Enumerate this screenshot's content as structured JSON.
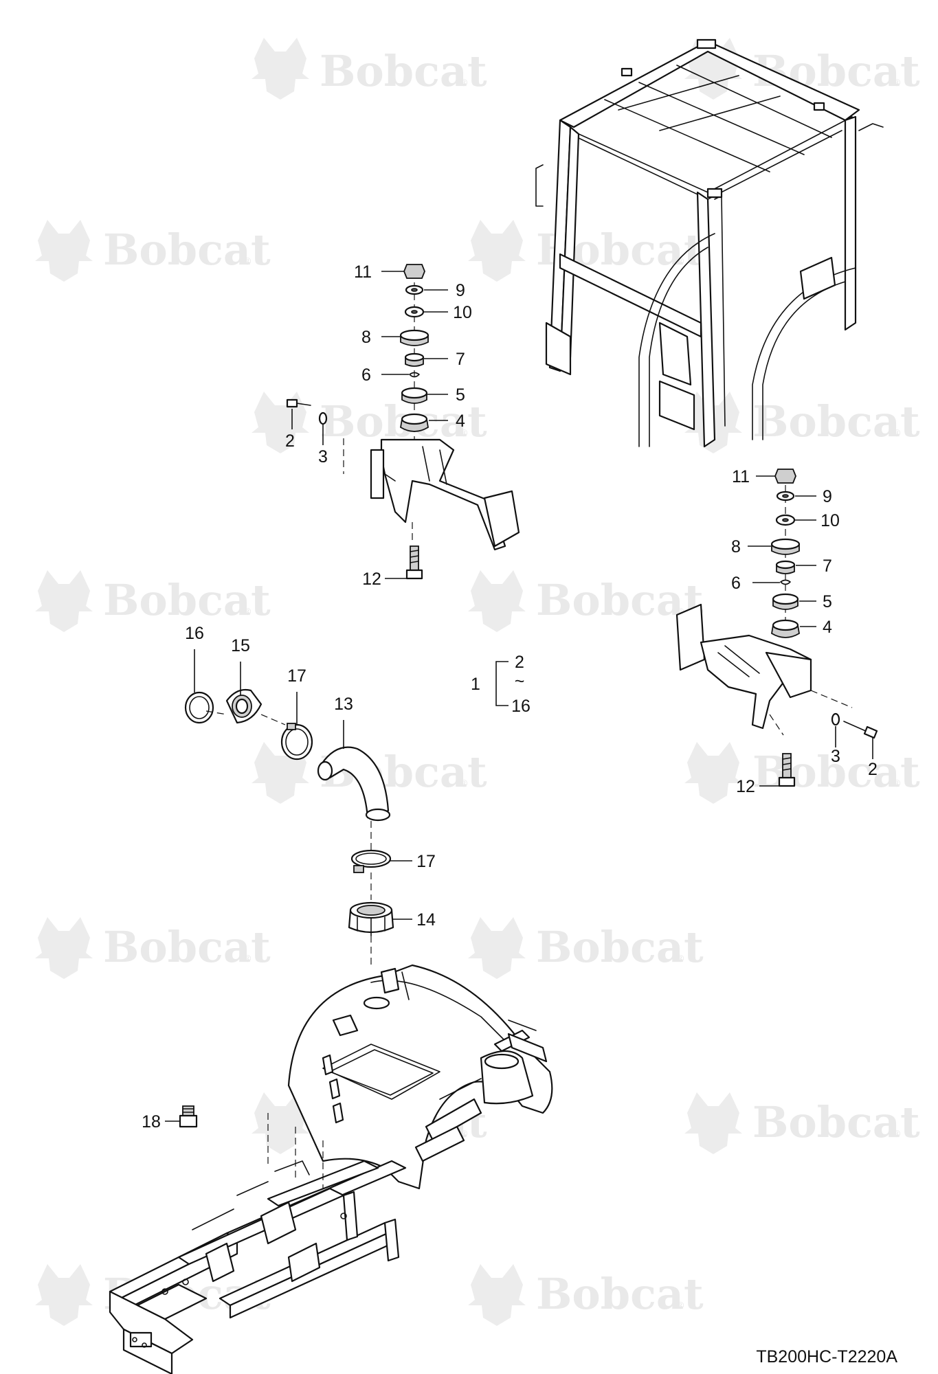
{
  "watermark": {
    "text": "Bobcat",
    "registered": "®"
  },
  "drawing_code": "TB200HC-T2220A",
  "callouts": {
    "left_mount": [
      "11",
      "9",
      "10",
      "8",
      "7",
      "6",
      "5",
      "4",
      "2",
      "3",
      "12"
    ],
    "right_mount": [
      "11",
      "9",
      "10",
      "8",
      "7",
      "6",
      "5",
      "4",
      "3",
      "2",
      "12"
    ],
    "hose": [
      "16",
      "15",
      "17",
      "13",
      "17",
      "14"
    ],
    "plug": "18"
  },
  "kit_bracket": {
    "item": "1",
    "from": "2",
    "tilde": "~",
    "to": "16"
  },
  "icons": [
    "bobcat-logo-icon"
  ]
}
